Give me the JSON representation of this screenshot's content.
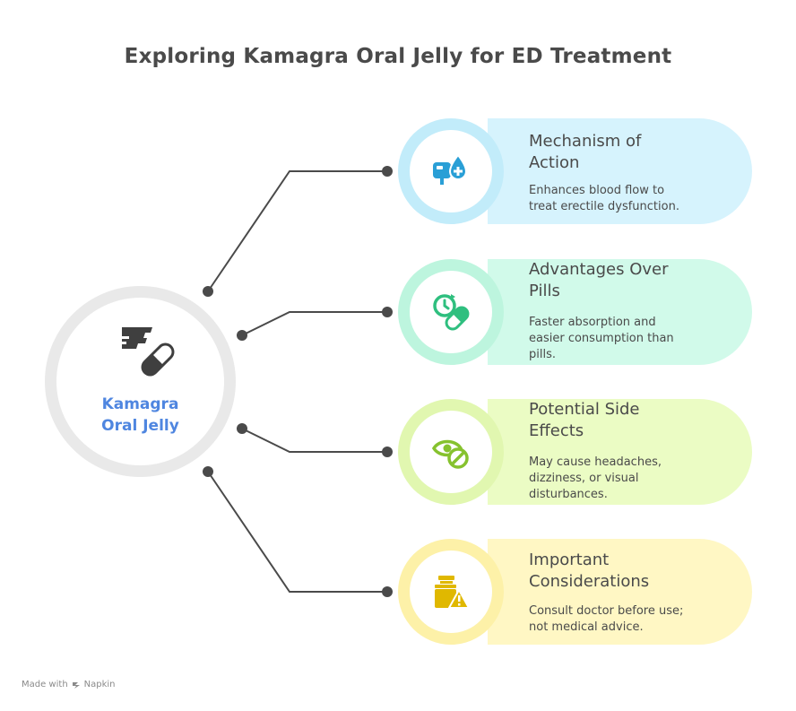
{
  "title": "Exploring Kamagra Oral Jelly for ED Treatment",
  "hub": {
    "label_line1": "Kamagra",
    "label_line2": "Oral Jelly",
    "icon": "jelly-sachet-pill-icon",
    "color": "#4f86e0"
  },
  "items": [
    {
      "heading_line1": "Mechanism of",
      "heading_line2": "Action",
      "desc_lines": [
        "Enhances blood flow to",
        "treat erectile dysfunction."
      ],
      "icon": "blood-bag-drop-icon",
      "fill": "#d6f3fd",
      "ring": "#c2ecfa",
      "icon_color": "#2a9fd6"
    },
    {
      "heading_line1": "Advantages Over",
      "heading_line2": "Pills",
      "desc_lines": [
        "Faster absorption and",
        "easier consumption than",
        "pills."
      ],
      "icon": "clock-capsule-icon",
      "fill": "#d1faea",
      "ring": "#bdf5de",
      "icon_color": "#2fbf7f"
    },
    {
      "heading_line1": "Potential Side",
      "heading_line2": "Effects",
      "desc_lines": [
        "May cause headaches,",
        "dizziness, or visual",
        "disturbances."
      ],
      "icon": "eye-blocked-icon",
      "fill": "#ebfcc4",
      "ring": "#e1f7b0",
      "icon_color": "#86c22e"
    },
    {
      "heading_line1": "Important",
      "heading_line2": "Considerations",
      "desc_lines": [
        "Consult doctor before use;",
        "not medical advice."
      ],
      "icon": "bottle-warning-icon",
      "fill": "#fff7c4",
      "ring": "#fdf1a8",
      "icon_color": "#e0b800"
    }
  ],
  "footer": {
    "made_with": "Made with",
    "brand": "Napkin"
  }
}
